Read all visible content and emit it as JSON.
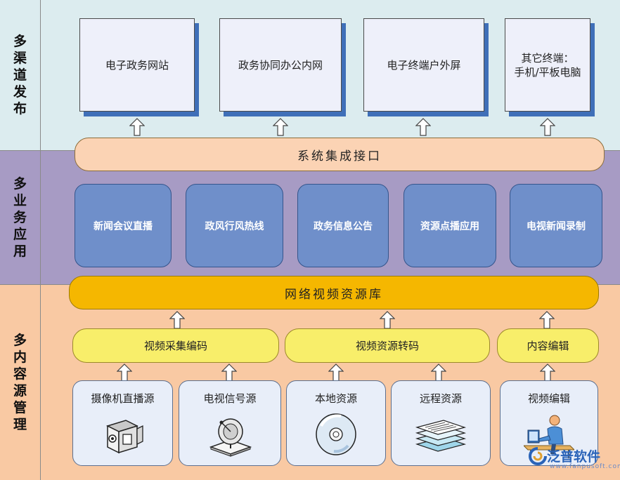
{
  "layers": {
    "distribution": {
      "label": [
        "多",
        "渠",
        "道",
        "发",
        "布"
      ]
    },
    "application": {
      "label": [
        "多",
        "业",
        "务",
        "应",
        "用"
      ]
    },
    "content": {
      "label": [
        "多",
        "内",
        "容",
        "源",
        "管",
        "理"
      ]
    }
  },
  "terminals": [
    {
      "lines": [
        "电子政务网站"
      ]
    },
    {
      "lines": [
        "政务协同办公内网"
      ]
    },
    {
      "lines": [
        "电子终端户外屏"
      ]
    },
    {
      "lines": [
        "其它终端：",
        "手机/平板电脑"
      ]
    }
  ],
  "integration_bar": "系统集成接口",
  "apps": [
    "新闻会议直播",
    "政风行风热线",
    "政务信息公告",
    "资源点播应用",
    "电视新闻录制"
  ],
  "video_library": "网络视频资源库",
  "encoders": [
    "视频采集编码",
    "视频资源转码",
    "内容编辑"
  ],
  "sources": [
    {
      "label": "摄像机直播源",
      "icon": "camera-icon"
    },
    {
      "label": "电视信号源",
      "icon": "satellite-dish-icon"
    },
    {
      "label": "本地资源",
      "icon": "disc-icon"
    },
    {
      "label": "远程资源",
      "icon": "documents-stack-icon"
    },
    {
      "label": "视频编辑",
      "icon": "person-at-computer-icon"
    }
  ],
  "watermark": {
    "text": "泛普软件",
    "url": "www.fanpusoft.com",
    "icon": "logo-icon"
  },
  "colors": {
    "distribution_bg": "#dcecef",
    "application_bg": "#a79bc4",
    "content_bg": "#f9c9a3",
    "terminal_bg": "#eef0fa",
    "terminal_shadow": "#3f6fb8",
    "integration_bar": "#fbd3b4",
    "app_box": "#6f8fca",
    "video_library": "#f5b700",
    "encoder": "#f8ee6a",
    "source_box": "#e8eef9"
  }
}
